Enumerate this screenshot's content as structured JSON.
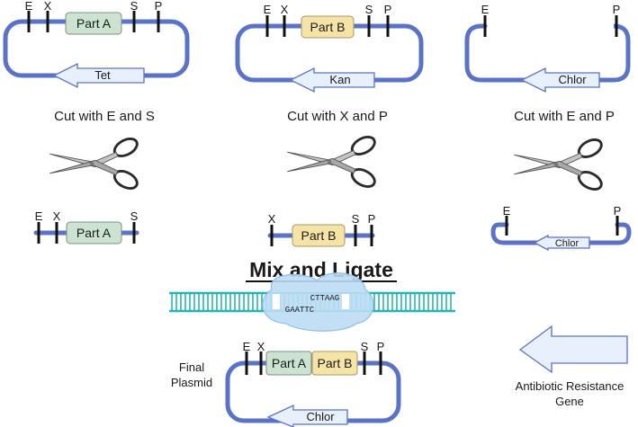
{
  "sites": {
    "e": "E",
    "x": "X",
    "s": "S",
    "p": "P"
  },
  "parts": {
    "a": "Part A",
    "b": "Part B"
  },
  "genes": {
    "tet": "Tet",
    "kan": "Kan",
    "chlor": "Chlor"
  },
  "cuts": {
    "left": "Cut with E and S",
    "middle": "Cut with X and P",
    "right": "Cut with E and P"
  },
  "mix_title": "Mix and Ligate",
  "sequence": {
    "top": "CTTAAG",
    "bottom": "GAATTC"
  },
  "final": {
    "line1": "Final",
    "line2": "Plasmid"
  },
  "legend": {
    "line1": "Antibiotic Resistance",
    "line2": "Gene"
  },
  "colors": {
    "backbone": "#5b73c6",
    "part_a": "#cde3d2",
    "part_b": "#f6e4a6",
    "arrow_fill": "#e8f0fb",
    "dna": "#28b3b5",
    "cloud": "#bcdcf4"
  }
}
